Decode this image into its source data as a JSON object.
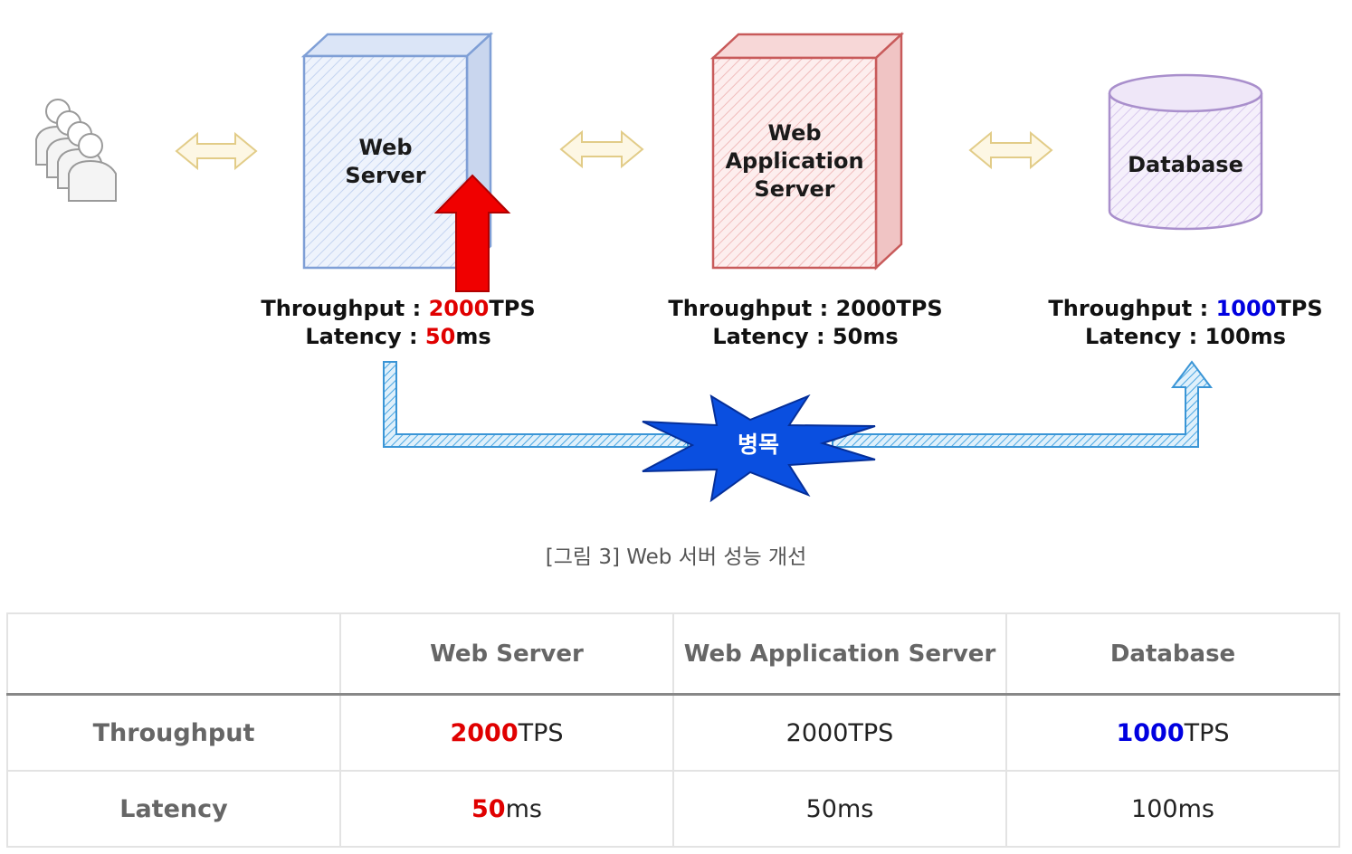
{
  "diagram": {
    "web_server": {
      "title_lines": [
        "Web",
        "Server"
      ]
    },
    "was": {
      "title_lines": [
        "Web",
        "Application",
        "Server"
      ]
    },
    "database": {
      "title": "Database"
    },
    "bottleneck_label": "병목",
    "stats": {
      "web_server": {
        "throughput_label": "Throughput : ",
        "throughput_value": "2000",
        "throughput_unit": "TPS",
        "latency_label": "Latency : ",
        "latency_value": "50",
        "latency_unit": "ms"
      },
      "was": {
        "throughput_label": "Throughput : ",
        "throughput_value": "2000",
        "throughput_unit": "TPS",
        "latency_label": "Latency : ",
        "latency_value": "50",
        "latency_unit": "ms"
      },
      "database": {
        "throughput_label": "Throughput : ",
        "throughput_value": "1000",
        "throughput_unit": "TPS",
        "latency_label": "Latency : ",
        "latency_value": "100",
        "latency_unit": "ms"
      }
    },
    "colors": {
      "web_server": "#7f9fd6",
      "was": "#c85a5a",
      "database": "#a98fcc",
      "arrow": "#e8d7a0",
      "bottleneck": "#0a4fe0",
      "highlight_red": "#e00000",
      "highlight_blue": "#0000e0"
    },
    "icons": [
      "users-icon",
      "bidirectional-arrow-icon",
      "up-arrow-icon",
      "explosion-burst-icon"
    ]
  },
  "caption": "[그림 3] Web 서버 성능 개선",
  "table": {
    "headers": [
      "",
      "Web Server",
      "Web Application Server",
      "Database"
    ],
    "rows": [
      {
        "label": "Throughput",
        "cells": [
          {
            "num": "2000",
            "unit": "TPS"
          },
          {
            "num": "2000",
            "unit": "TPS"
          },
          {
            "num": "1000",
            "unit": "TPS"
          }
        ]
      },
      {
        "label": "Latency",
        "cells": [
          {
            "num": "50",
            "unit": "ms"
          },
          {
            "num": "50",
            "unit": "ms"
          },
          {
            "num": "100",
            "unit": "ms"
          }
        ]
      }
    ]
  }
}
